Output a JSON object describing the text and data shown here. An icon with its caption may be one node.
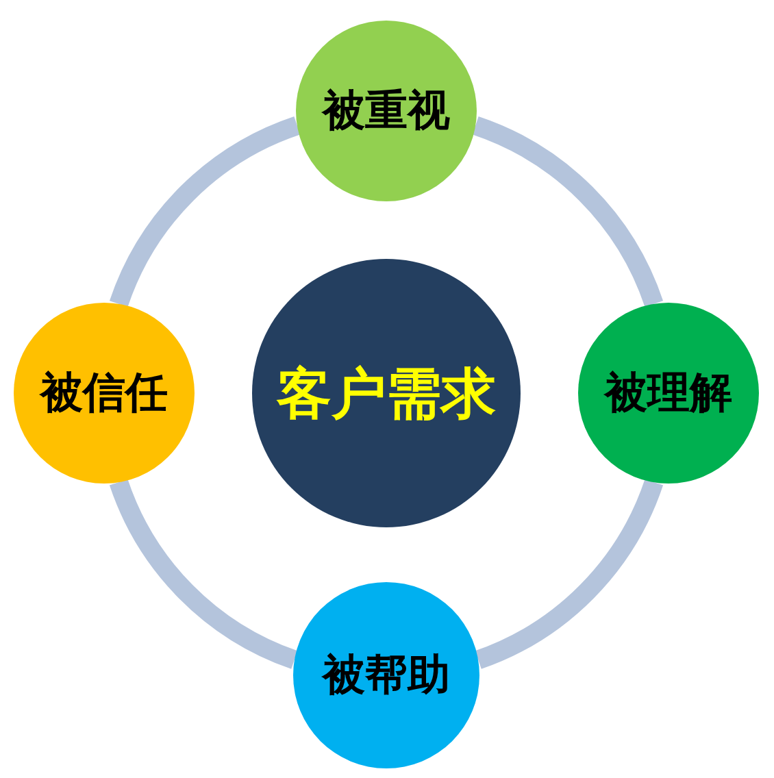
{
  "diagram": {
    "nodes": [
      {
        "text": [
          "被重视"
        ]
      },
      {
        "text": [
          "被信任"
        ]
      },
      {
        "text": [
          "客户需求"
        ]
      },
      {
        "text": [
          "被理解"
        ]
      },
      {
        "text": [
          "被帮助"
        ]
      }
    ],
    "edges": [
      {
        "from": 0,
        "to": 3,
        "arrow": "none"
      },
      {
        "from": 3,
        "to": 4,
        "arrow": "none"
      },
      {
        "from": 4,
        "to": 1,
        "arrow": "none"
      },
      {
        "from": 1,
        "to": 0,
        "arrow": "none"
      }
    ]
  }
}
